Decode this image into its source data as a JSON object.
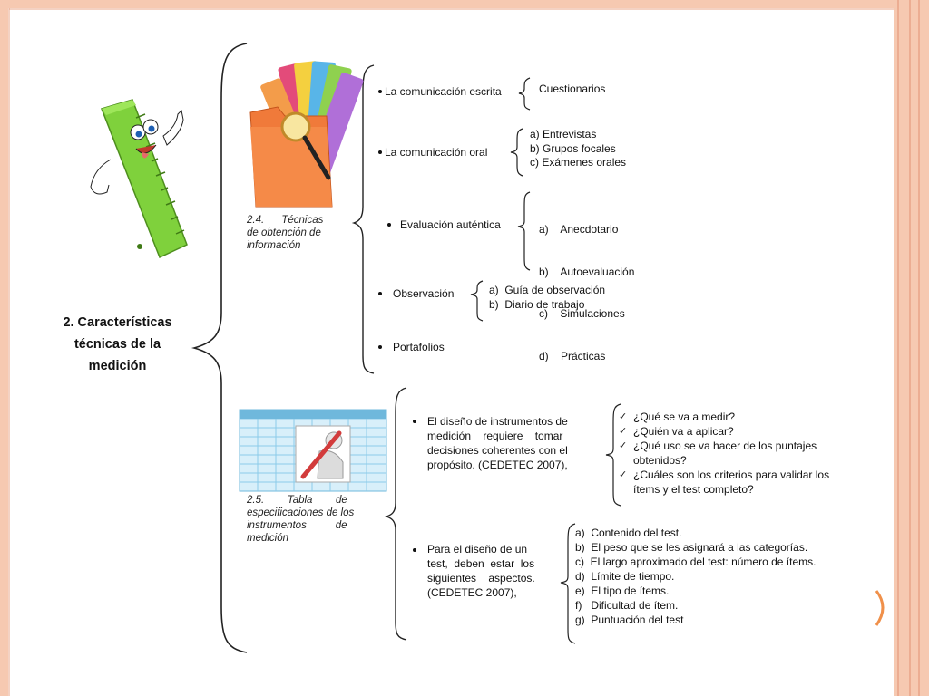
{
  "colors": {
    "frame_peach": "#f6c9b1",
    "frame_line": "#e8a487",
    "accent_orange": "#f0904a",
    "ruler_green": "#7fd13c",
    "table_blue": "#9fd2ec"
  },
  "icons": [
    "ruler-mascot-icon",
    "folder-magnifier-icon",
    "table-writer-icon"
  ],
  "main_title": {
    "line1": "2. Características",
    "line2": "técnicas de la",
    "line3": "medición"
  },
  "section_24": {
    "title_line1": "2.4.      Técnicas",
    "title_line2": "de obtención de",
    "title_line3": "información",
    "items": [
      {
        "label": "La comunicación escrita",
        "subitems": [
          "Cuestionarios"
        ]
      },
      {
        "label": "La comunicación oral",
        "subitems": [
          "a) Entrevistas",
          "b) Grupos focales",
          "c) Exámenes orales"
        ]
      },
      {
        "label": "Evaluación auténtica",
        "subitems": [
          "a)    Anecdotario",
          "b)    Autoevaluación",
          "c)    Simulaciones",
          "d)    Prácticas"
        ]
      },
      {
        "label": "Observación",
        "subitems": [
          "a)  Guía de observación",
          "b)  Diario de trabajo"
        ]
      },
      {
        "label": "Portafolios",
        "subitems": []
      }
    ]
  },
  "section_25": {
    "title_line1": "2.5.        Tabla        de",
    "title_line2": "especificaciones de los",
    "title_line3": "instrumentos          de",
    "title_line4": "medición",
    "block1": {
      "lines": [
        "El diseño de instrumentos de",
        "medición    requiere    tomar",
        "decisiones coherentes con el",
        "propósito. (CEDETEC 2007),"
      ],
      "checks": [
        "¿Qué se va a medir?",
        "¿Quién va a aplicar?",
        "¿Qué uso se va hacer de los puntajes",
        "obtenidos?",
        "¿Cuáles son los criterios para validar los",
        "ítems y el test completo?"
      ]
    },
    "block2": {
      "lines": [
        "Para el diseño de un",
        "test,  deben  estar  los",
        "siguientes    aspectos.",
        "(CEDETEC 2007),"
      ],
      "aspects": [
        "a)  Contenido del test.",
        "b)  El peso que se les asignará a las categorías.",
        "c)  El largo aproximado del test: número de ítems.",
        "d)  Límite de tiempo.",
        "e)  El tipo de ítems.",
        "f)   Dificultad de ítem.",
        "g)  Puntuación del test"
      ]
    }
  }
}
